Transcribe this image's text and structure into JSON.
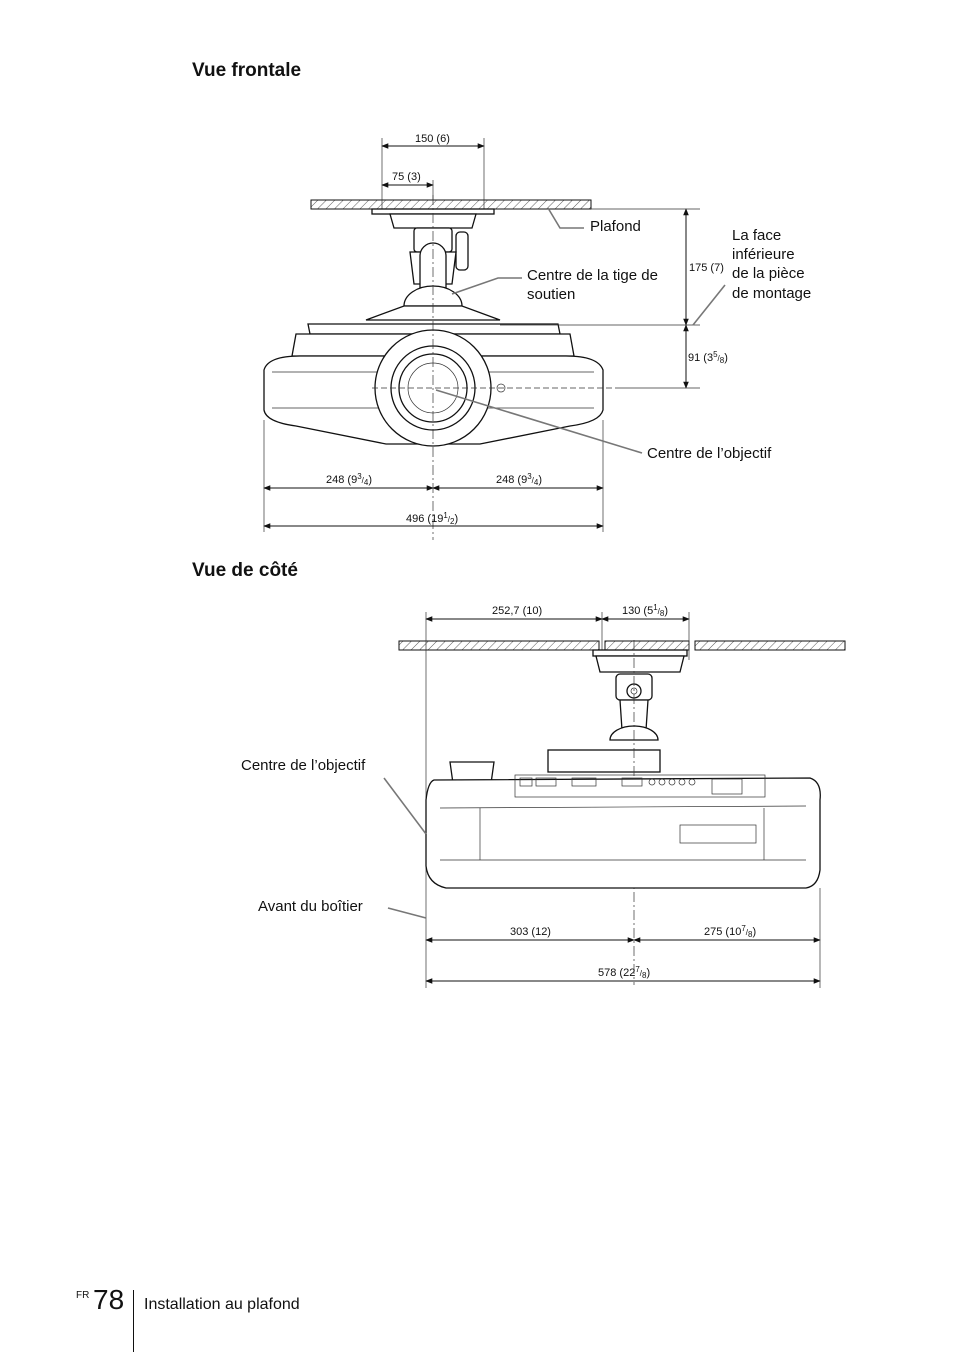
{
  "headings": {
    "front": "Vue frontale",
    "side": "Vue de côté"
  },
  "front": {
    "labels": {
      "ceiling": "Plafond",
      "rod_center_1": "Centre de la tige de",
      "rod_center_2": "soutien",
      "mount_face_1": "La face",
      "mount_face_2": "inférieure",
      "mount_face_3": "de la pièce",
      "mount_face_4": "de montage",
      "lens_center": "Centre de l’objectif"
    },
    "dims": {
      "top_width": "150 (6)",
      "top_half": "75 (3)",
      "height_upper": "175 (7)",
      "height_lower_main": "91 (3",
      "height_lower_num": "5",
      "height_lower_den": "8",
      "left_half_main": "248 (9",
      "left_half_num": "3",
      "left_half_den": "4",
      "right_half_main": "248 (9",
      "right_half_num": "3",
      "right_half_den": "4",
      "total_main": "496 (19",
      "total_num": "1",
      "total_den": "2"
    }
  },
  "side": {
    "labels": {
      "lens_center": "Centre de l’objectif",
      "case_front": "Avant du boîtier"
    },
    "dims": {
      "front_to_mount": "252,7 (10)",
      "mount_width_main": "130 (5",
      "mount_width_num": "1",
      "mount_width_den": "8",
      "front_part": "303 (12)",
      "rear_part_main": "275 (10",
      "rear_part_num": "7",
      "rear_part_den": "8",
      "total_main": "578 (22",
      "total_num": "7",
      "total_den": "8"
    }
  },
  "footer": {
    "lang": "FR",
    "page": "78",
    "title": "Installation au plafond"
  }
}
